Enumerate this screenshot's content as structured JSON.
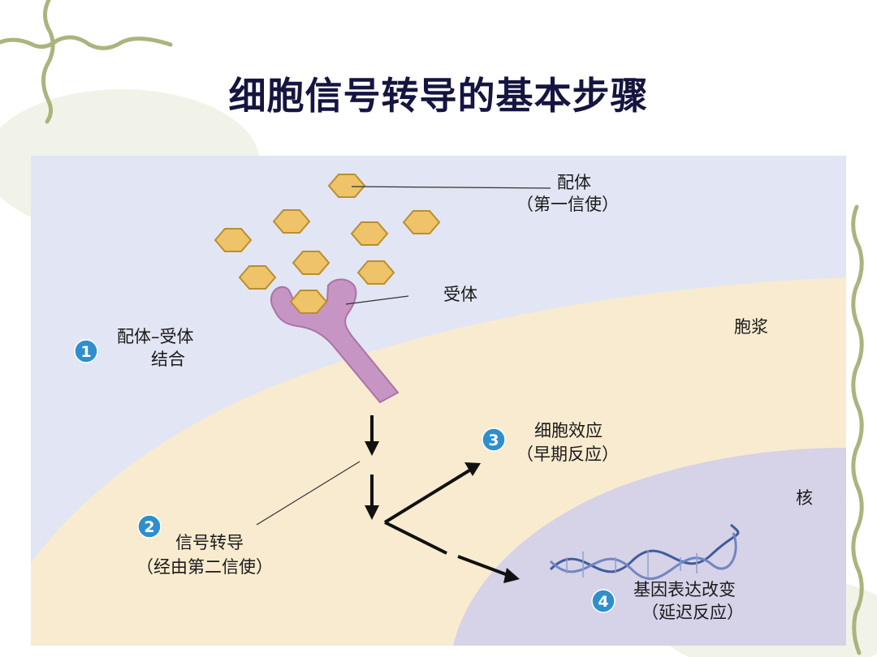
{
  "slide": {
    "title": "细胞信号转导的基本步骤"
  },
  "diagram": {
    "ligand": {
      "line1": "配体",
      "line2": "（第一信使）"
    },
    "receptor": {
      "label": "受体"
    },
    "cytoplasm": {
      "label": "胞浆"
    },
    "nucleus": {
      "label": "核"
    },
    "steps": [
      {
        "number": "1",
        "line1": "配体–受体",
        "line2": "结合"
      },
      {
        "number": "2",
        "line1": "信号转导",
        "line2": "（经由第二信使）"
      },
      {
        "number": "3",
        "line1": "细胞效应",
        "line2": "（早期反应）"
      },
      {
        "number": "4",
        "line1": "基因表达改变",
        "line2": "（延迟反应）"
      }
    ]
  },
  "colors": {
    "extracellular": "#e2e5f3",
    "cytoplasm": "#f8ebcf",
    "nucleus": "#d6d2e7",
    "ligand_fill": "#eec36a",
    "receptor_fill": "#c795c4",
    "step_badge": "#2e8fcc",
    "title": "#151540"
  }
}
